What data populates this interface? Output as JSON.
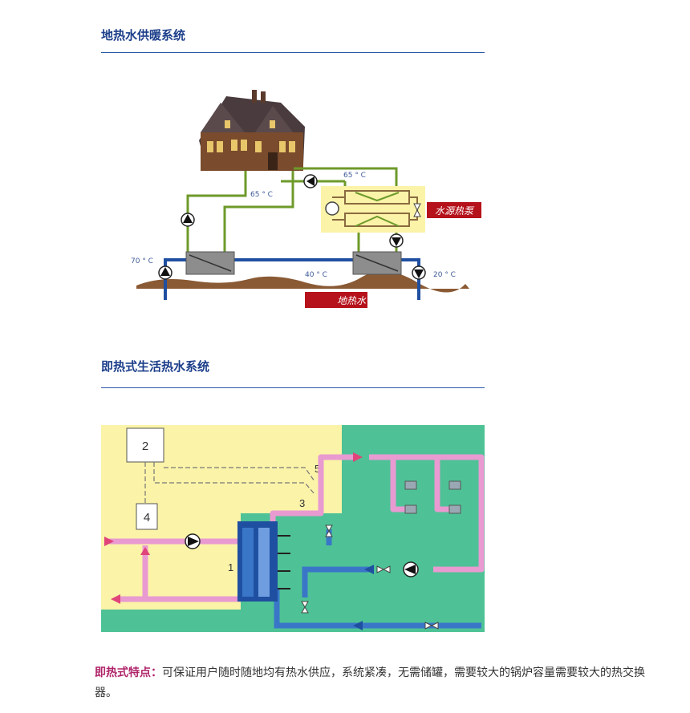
{
  "section1": {
    "title": "地热水供暖系统",
    "temps": {
      "top_loop": "65 ° C",
      "house_supply": "65 ° C",
      "source_in": "70 ° C",
      "mid": "40 ° C",
      "source_out": "20 ° C"
    },
    "labels": {
      "heat_pump": "水源热泵",
      "geothermal_water": "地热水"
    }
  },
  "section2": {
    "title": "即热式生活热水系统",
    "numbers": [
      "1",
      "2",
      "3",
      "4",
      "5"
    ]
  },
  "footer": {
    "key": "即热式特点：",
    "text": "可保证用户随时随地均有热水供应，系统紧凑，无需储罐，需要较大的锅炉容量需要较大的热交换器。"
  },
  "colors": {
    "heading": "#1d3f8a",
    "rule": "#2b59a8",
    "pipe_green": "#6e9a2a",
    "pipe_blue": "#1f4fa0",
    "label_red": "#b5121b",
    "zone_yellow": "#fbf3a8",
    "zone_green": "#4ec296",
    "hot_pink": "#e89ad1",
    "cold_blue": "#3a76c8"
  }
}
